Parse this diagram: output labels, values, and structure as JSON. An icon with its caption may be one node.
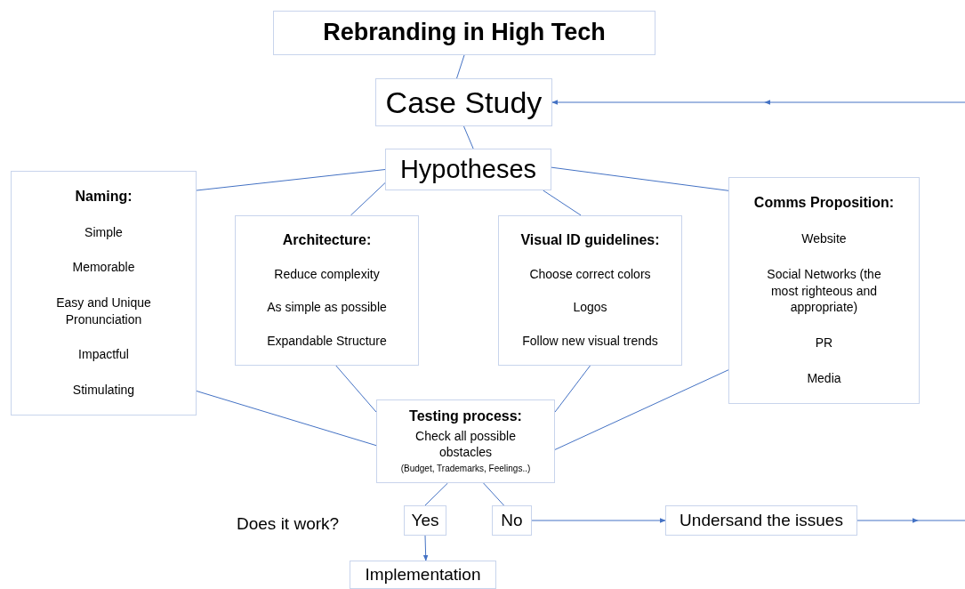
{
  "diagram": {
    "nodes": [
      {
        "text": [
          "Rebranding in High Tech"
        ]
      },
      {
        "text": [
          "Case Study"
        ]
      },
      {
        "text": [
          "Hypotheses"
        ]
      },
      {
        "text": [
          "Naming:",
          "Simple",
          "Memorable",
          "Easy and Unique Pronunciation",
          "Impactful",
          "Stimulating"
        ]
      },
      {
        "text": [
          "Architecture:",
          "Reduce complexity",
          "As simple as possible",
          "Expandable Structure"
        ]
      },
      {
        "text": [
          "Visual ID guidelines:",
          "Choose correct colors",
          "Logos",
          "Follow new visual trends"
        ]
      },
      {
        "text": [
          "Comms Proposition:",
          "Website",
          "Social Networks (the most righteous and appropriate)",
          "PR",
          "Media"
        ]
      },
      {
        "text": [
          "Testing process:",
          "Check all possible obstacles",
          "(Budget, Trademarks, Feelings..)"
        ]
      },
      {
        "text": [
          "Yes"
        ]
      },
      {
        "text": [
          "No"
        ]
      },
      {
        "text": [
          "Undersand the issues"
        ]
      },
      {
        "text": [
          "Implementation"
        ]
      }
    ],
    "edges": [
      {
        "from": 0,
        "to": 1,
        "arrow": "none"
      },
      {
        "from": 1,
        "to": 2,
        "arrow": "none"
      },
      {
        "from": 2,
        "to": 3,
        "arrow": "none"
      },
      {
        "from": 2,
        "to": 4,
        "arrow": "none"
      },
      {
        "from": 2,
        "to": 5,
        "arrow": "none"
      },
      {
        "from": 2,
        "to": 6,
        "arrow": "none"
      },
      {
        "from": 3,
        "to": 7,
        "arrow": "none"
      },
      {
        "from": 4,
        "to": 7,
        "arrow": "none"
      },
      {
        "from": 5,
        "to": 7,
        "arrow": "none"
      },
      {
        "from": 6,
        "to": 7,
        "arrow": "none"
      },
      {
        "from": 7,
        "to": 8,
        "arrow": "none"
      },
      {
        "from": 7,
        "to": 9,
        "arrow": "none"
      },
      {
        "from": 8,
        "to": 11,
        "arrow": "to"
      },
      {
        "from": 9,
        "to": 10,
        "arrow": "to"
      },
      {
        "from": 10,
        "to": null,
        "arrow": "to"
      },
      {
        "from": null,
        "to": 1,
        "arrow": "to"
      }
    ],
    "labels": [
      "Does it work?"
    ]
  }
}
